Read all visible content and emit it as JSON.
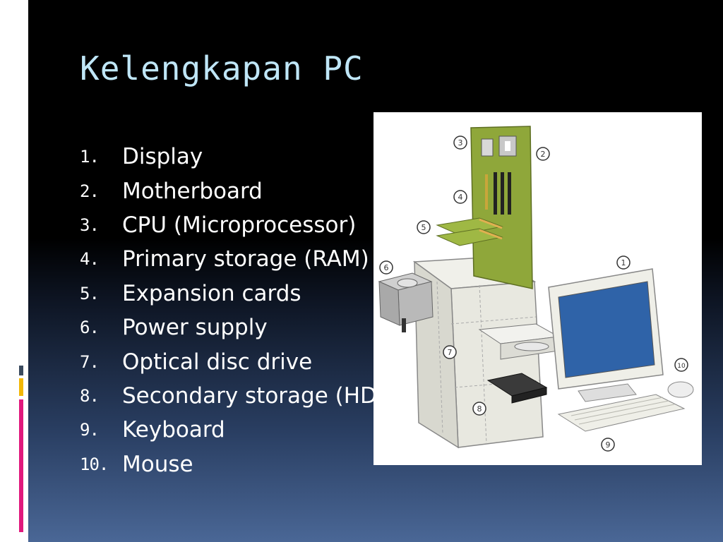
{
  "slide": {
    "title": "Kelengkapan PC",
    "items": [
      {
        "num": "1.",
        "label": "Display"
      },
      {
        "num": "2.",
        "label": "Motherboard"
      },
      {
        "num": "3.",
        "label": "CPU (Microprocessor)"
      },
      {
        "num": "4.",
        "label": "Primary storage (RAM)"
      },
      {
        "num": "5.",
        "label": "Expansion cards"
      },
      {
        "num": "6.",
        "label": "Power supply"
      },
      {
        "num": "7.",
        "label": "Optical disc drive"
      },
      {
        "num": "8.",
        "label": "Secondary storage (HD)"
      },
      {
        "num": "9.",
        "label": "Keyboard"
      },
      {
        "num": "10.",
        "label": "Mouse"
      }
    ]
  },
  "figure": {
    "callouts": [
      "1",
      "2",
      "3",
      "4",
      "5",
      "6",
      "7",
      "8",
      "9",
      "10"
    ]
  },
  "colors": {
    "title": "#bfe6f7",
    "text": "#ffffff",
    "accent_pink": "#e0197d",
    "accent_gold": "#f2b705",
    "accent_slate": "#3a4a5e"
  }
}
